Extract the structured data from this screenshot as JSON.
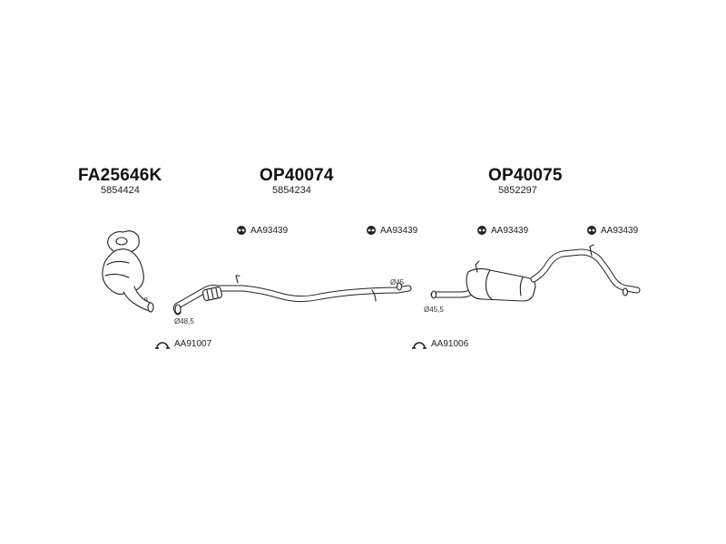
{
  "parts": [
    {
      "code": "FA25646K",
      "oem": "5854424"
    },
    {
      "code": "OP40074",
      "oem": "5854234"
    },
    {
      "code": "OP40075",
      "oem": "5852297"
    }
  ],
  "hangers": [
    {
      "label": "AA93439",
      "icon": "rubber-hanger-icon"
    },
    {
      "label": "AA93439",
      "icon": "rubber-hanger-icon"
    },
    {
      "label": "AA93439",
      "icon": "rubber-hanger-icon"
    },
    {
      "label": "AA93439",
      "icon": "rubber-hanger-icon"
    }
  ],
  "clamps": [
    {
      "label": "AA91007",
      "icon": "pipe-clamp-icon"
    },
    {
      "label": "AA91006",
      "icon": "pipe-clamp-icon"
    }
  ],
  "dimensions": {
    "catalyst_outlet": "Ø48",
    "front_pipe_inlet": "Ø48,5",
    "front_pipe_outlet": "Ø45",
    "rear_pipe_inlet": "Ø45,5"
  }
}
